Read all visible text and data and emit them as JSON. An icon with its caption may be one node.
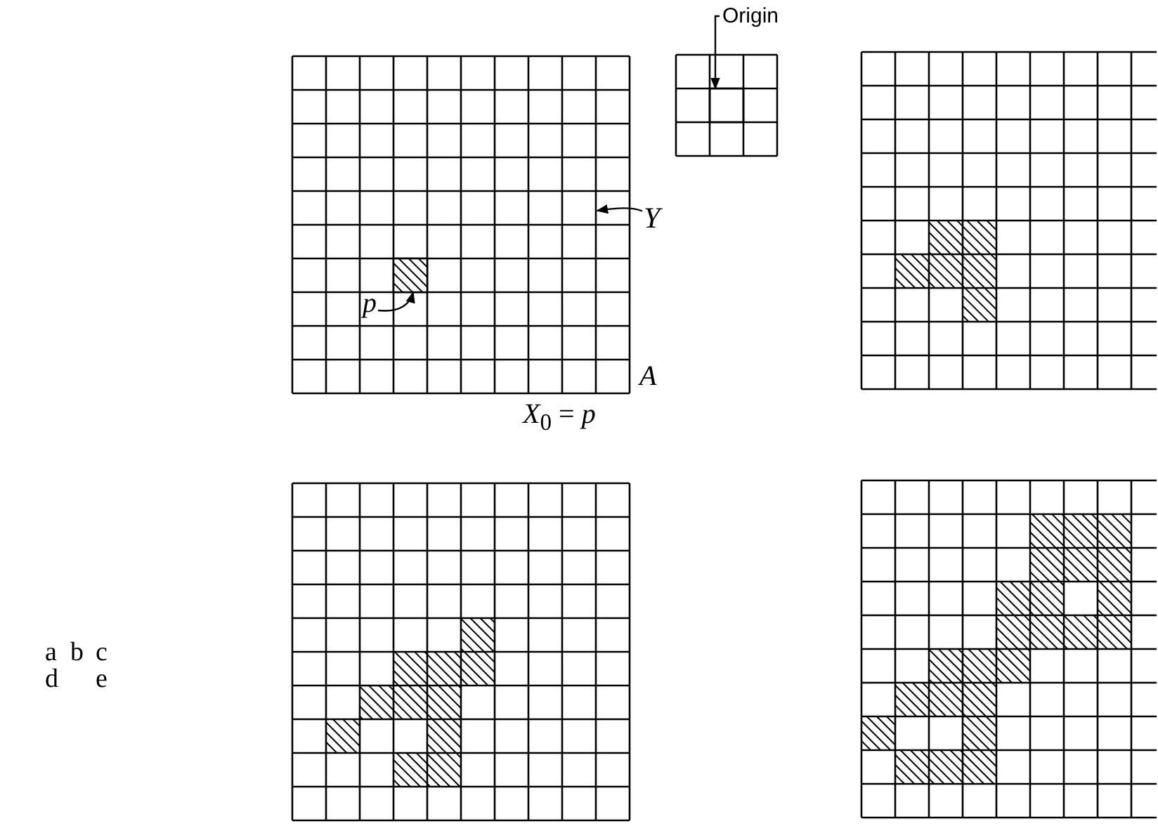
{
  "diagram": {
    "nodes": [
      {
        "text": [
          "Origin"
        ]
      },
      {
        "text": [],
        "shape": "box"
      },
      {
        "text": [
          "Y"
        ]
      },
      {
        "text": [
          "p"
        ]
      },
      {
        "text": [],
        "shape": "box"
      }
    ],
    "edges": [
      {
        "from": 0,
        "to": 1,
        "arrow": "to"
      },
      {
        "from": 2,
        "to": null,
        "arrow": "to"
      },
      {
        "from": 3,
        "to": 4,
        "arrow": "to"
      }
    ],
    "labels": [
      "A",
      "*X*$_{0}$ = *p*",
      "a",
      "b",
      "c",
      "d",
      "e"
    ]
  }
}
